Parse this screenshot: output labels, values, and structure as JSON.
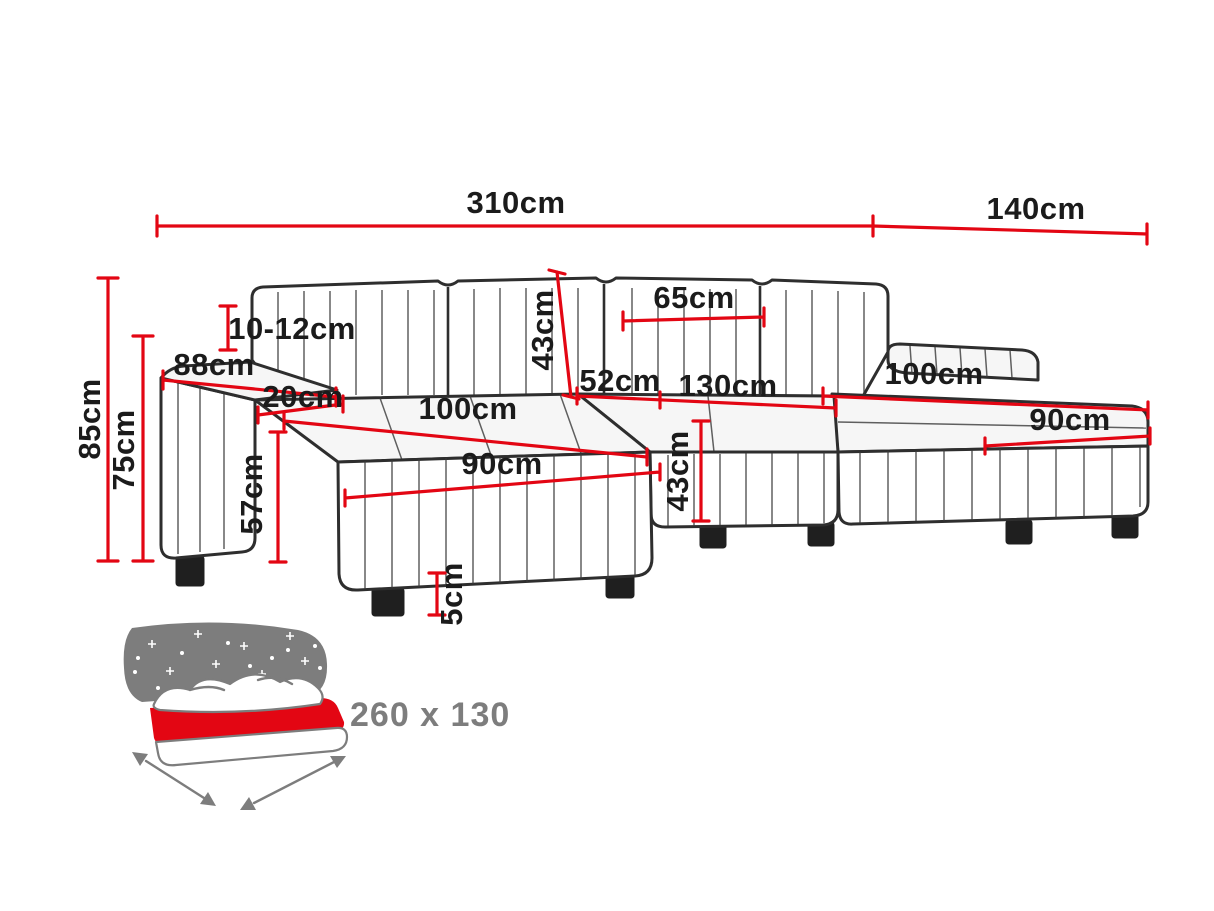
{
  "diagram_type": "sofa-dimension-drawing",
  "colors": {
    "background": "#ffffff",
    "dimension_line": "#e30613",
    "outline": "#2e2e2e",
    "label_text": "#1b1b1b",
    "icon_grey": "#7d7d7d",
    "icon_red": "#e30613"
  },
  "sofa": {
    "dimensions": {
      "total_width": "310cm",
      "total_depth": "140cm",
      "total_height": "85cm",
      "height_without_headrest": "75cm",
      "armrest_offset": "10-12cm",
      "armrest_depth": "88cm",
      "armrest_width": "20cm",
      "left_chaise_length": "100cm",
      "left_chaise_width": "90cm",
      "seat_height": "57cm",
      "backrest_height": "43cm",
      "back_cushion_width": "65cm",
      "seat_depth": "52cm",
      "middle_section_width": "130cm",
      "middle_section_height": "43cm",
      "right_chaise_length": "100cm",
      "right_chaise_width": "90cm",
      "leg_height": "5cm"
    },
    "sleeping_function": {
      "icon": "bed-with-stars-icon",
      "label": "260 x 130"
    }
  }
}
